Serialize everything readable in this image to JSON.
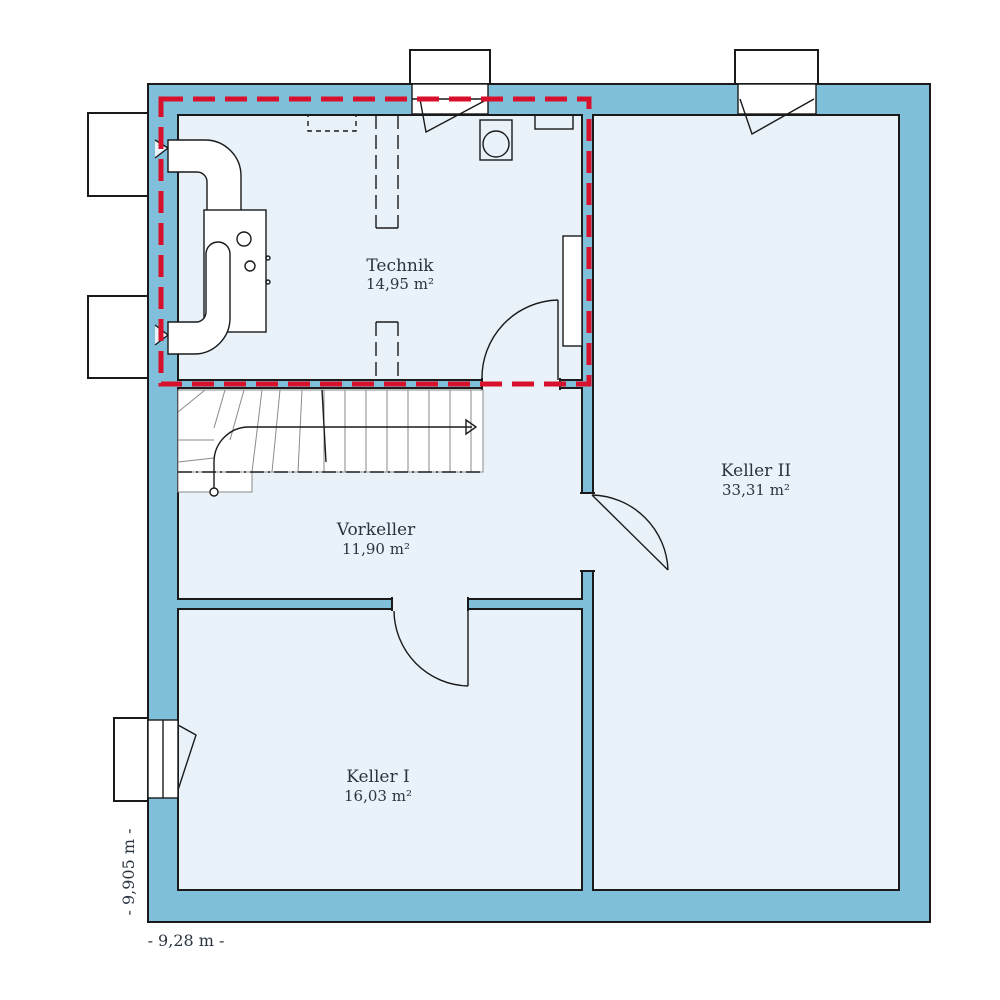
{
  "rooms": {
    "technik": {
      "name": "Technik",
      "area": "14,95 m²"
    },
    "vorkeller": {
      "name": "Vorkeller",
      "area": "11,90 m²"
    },
    "keller1": {
      "name": "Keller I",
      "area": "16,03 m²"
    },
    "keller2": {
      "name": "Keller II",
      "area": "33,31 m²"
    }
  },
  "dimensions": {
    "width": "- 9,28 m -",
    "depth": "- 9,905 m -"
  },
  "colors": {
    "wall": "#7fbfda",
    "floor": "#e8f2f8",
    "highlight": "#d9102c",
    "line": "#1a1a1a"
  }
}
